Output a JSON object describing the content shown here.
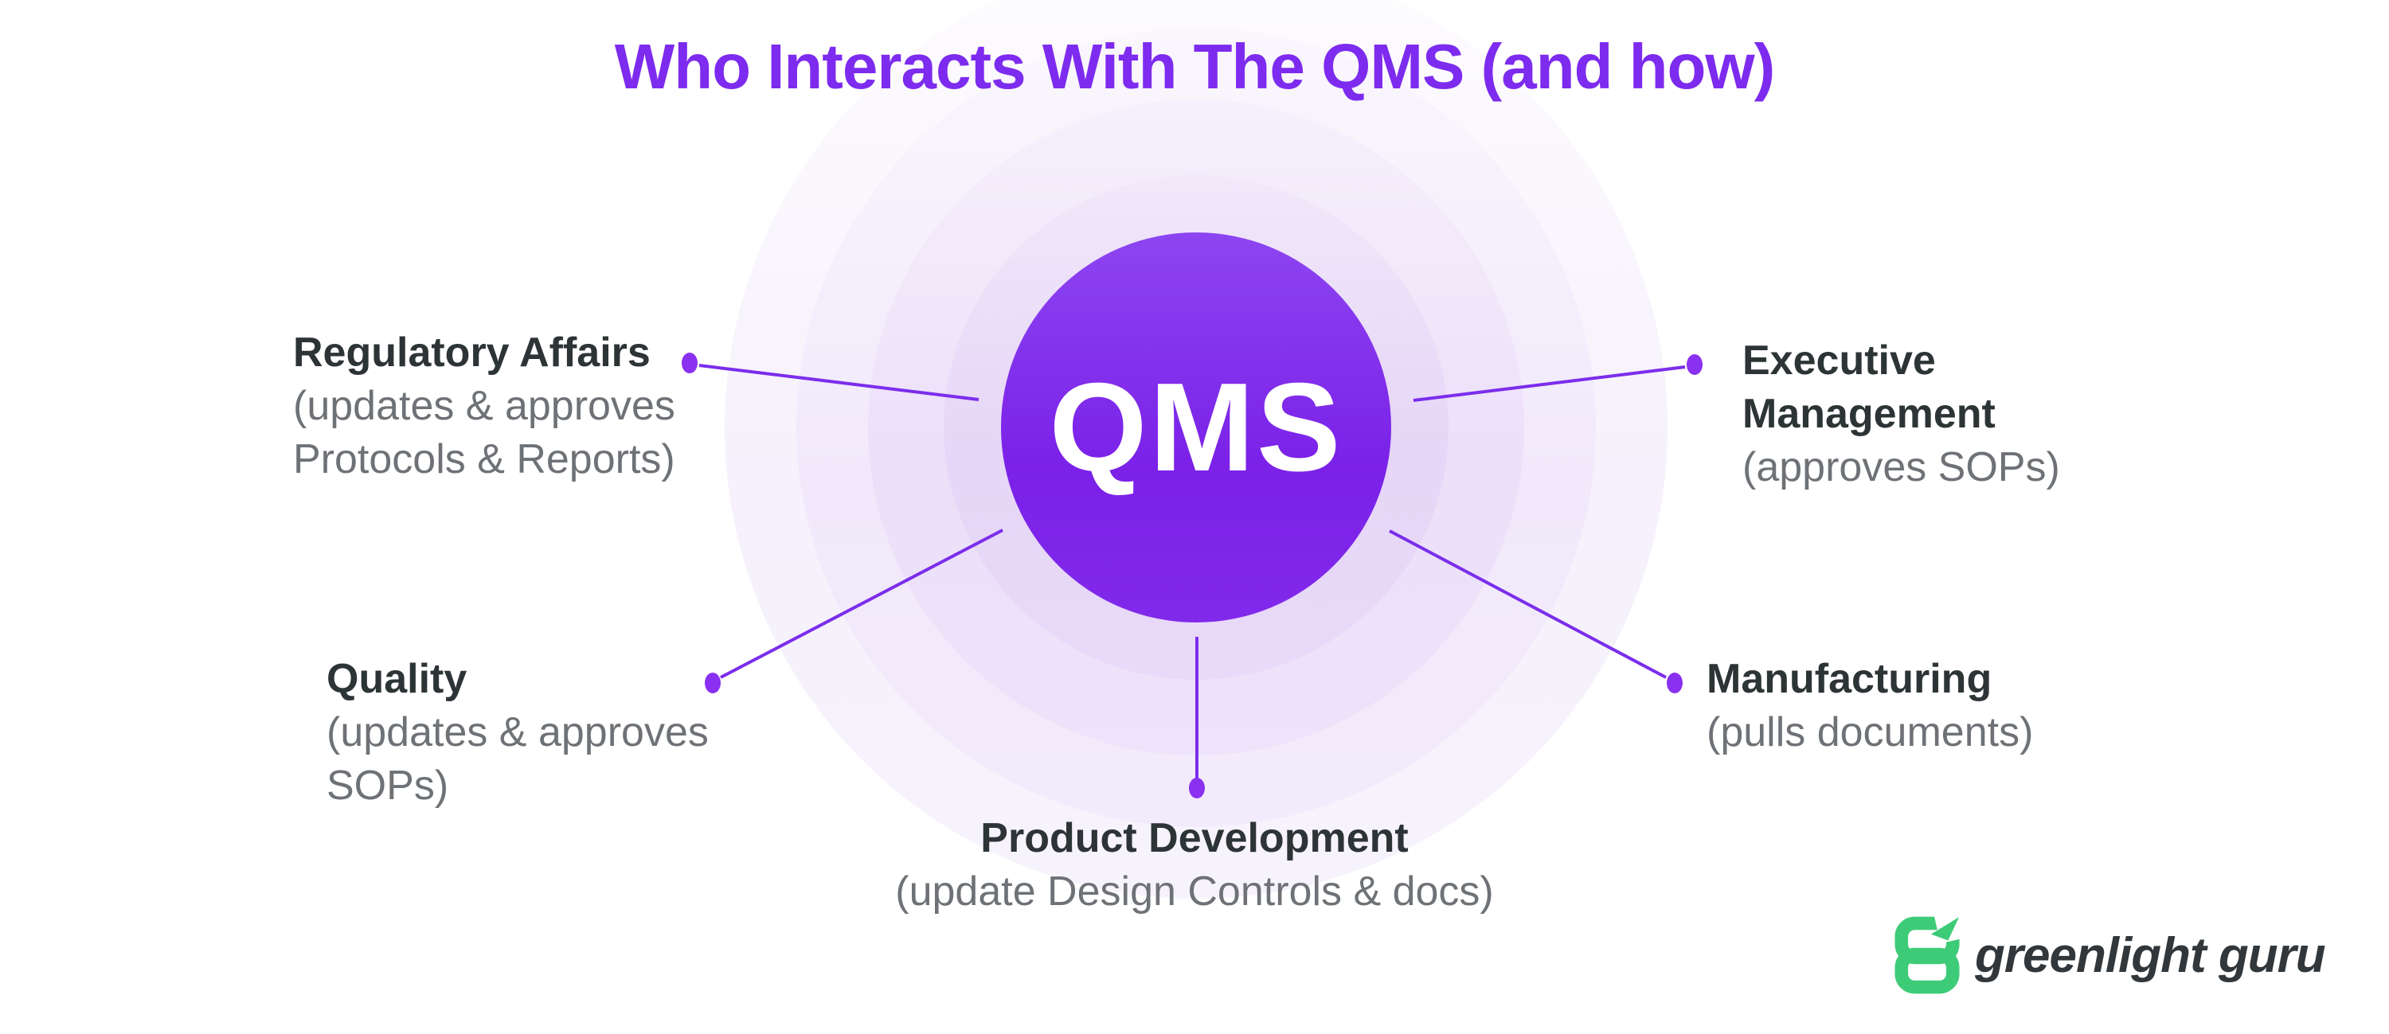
{
  "title": "Who Interacts With The QMS (and how)",
  "center": {
    "label": "QMS"
  },
  "nodes": [
    {
      "id": "regulatory-affairs",
      "name": "Regulatory Affairs",
      "desc": [
        "(updates & approves",
        "Protocols & Reports)"
      ]
    },
    {
      "id": "executive-management",
      "name_lines": [
        "Executive",
        "Management"
      ],
      "desc": [
        "(approves SOPs)"
      ]
    },
    {
      "id": "quality",
      "name": "Quality",
      "desc": [
        "(updates & approves",
        "SOPs)"
      ]
    },
    {
      "id": "manufacturing",
      "name": "Manufacturing",
      "desc": [
        "(pulls documents)"
      ]
    },
    {
      "id": "product-development",
      "name": "Product Development",
      "desc": [
        "(update Design Controls & docs)"
      ]
    }
  ],
  "logo": {
    "text": "greenlight guru"
  },
  "colors": {
    "title_purple": "#7d2bee",
    "connector_purple": "#7b2deb",
    "dot_purple": "#8a30f0",
    "circle_purple_top": "#8d45f1",
    "circle_purple_bottom": "#7b21e8",
    "name_dark": "#2d3436",
    "desc_gray": "#6e7276",
    "logo_green": "#3ecb78",
    "logo_text_dark": "#31373b",
    "background": "#ffffff"
  }
}
